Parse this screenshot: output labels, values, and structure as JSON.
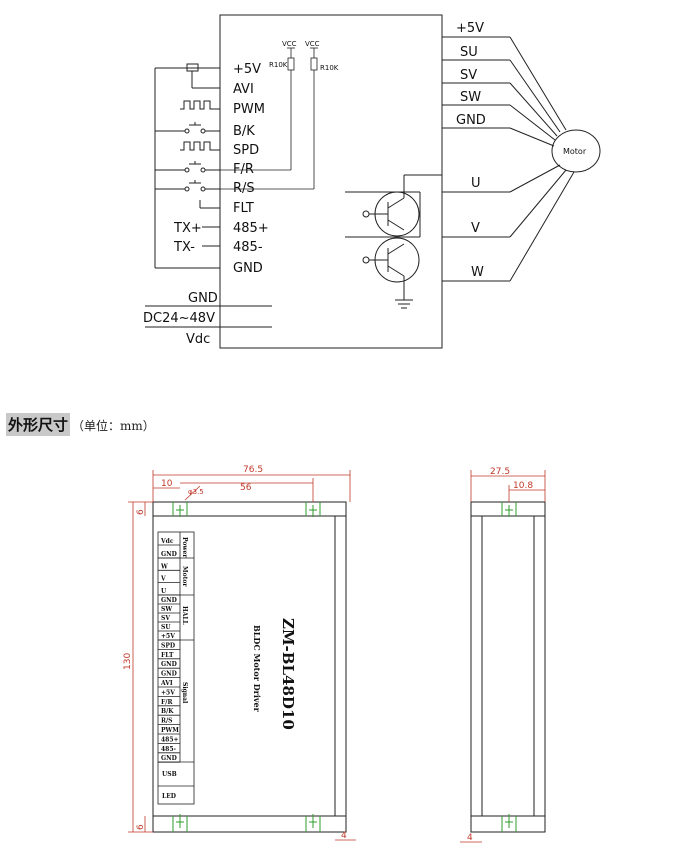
{
  "wiring": {
    "controller_pins": [
      "+5V",
      "AVI",
      "PWM",
      "B/K",
      "SPD",
      "F/R",
      "R/S",
      "FLT",
      "485+",
      "485-",
      "GND"
    ],
    "tx_plus": "TX+",
    "tx_minus": "TX-",
    "vcc": "VCC",
    "r10k": "R10K",
    "motor_pins": [
      "+5V",
      "SU",
      "SV",
      "SW",
      "GND",
      "U",
      "V",
      "W"
    ],
    "motor": "Motor",
    "power_gnd": "GND",
    "power_input": "DC24~48V",
    "power_vdc": "Vdc"
  },
  "section": {
    "heading": "外形尺寸",
    "unit": "（单位：mm）"
  },
  "dimensions": {
    "width_total": "76.5",
    "hole_spacing": "56",
    "left_offset": "10",
    "hole_dia": "φ3.5",
    "height": "130",
    "top_margin": "6",
    "bottom_margin": "6",
    "right_margin": "4",
    "side_width": "27.5",
    "side_offset": "10.8",
    "side_margin": "4"
  },
  "panel": {
    "model": "ZM-BL48D10",
    "subtitle": "BLDC Motor Driver",
    "groups": [
      "Power",
      "Motor",
      "HALL",
      "Signal"
    ],
    "power_terms": [
      "Vdc",
      "GND"
    ],
    "motor_terms": [
      "W",
      "V",
      "U"
    ],
    "hall_terms": [
      "GND",
      "SW",
      "SV",
      "SU",
      "+5V"
    ],
    "signal_terms": [
      "SPD",
      "FLT",
      "GND",
      "GND",
      "AVI",
      "+5V",
      "F/R",
      "B/K",
      "R/S",
      "PWM",
      "485+",
      "485-",
      "GND"
    ],
    "usb": "USB",
    "led": "LED"
  }
}
